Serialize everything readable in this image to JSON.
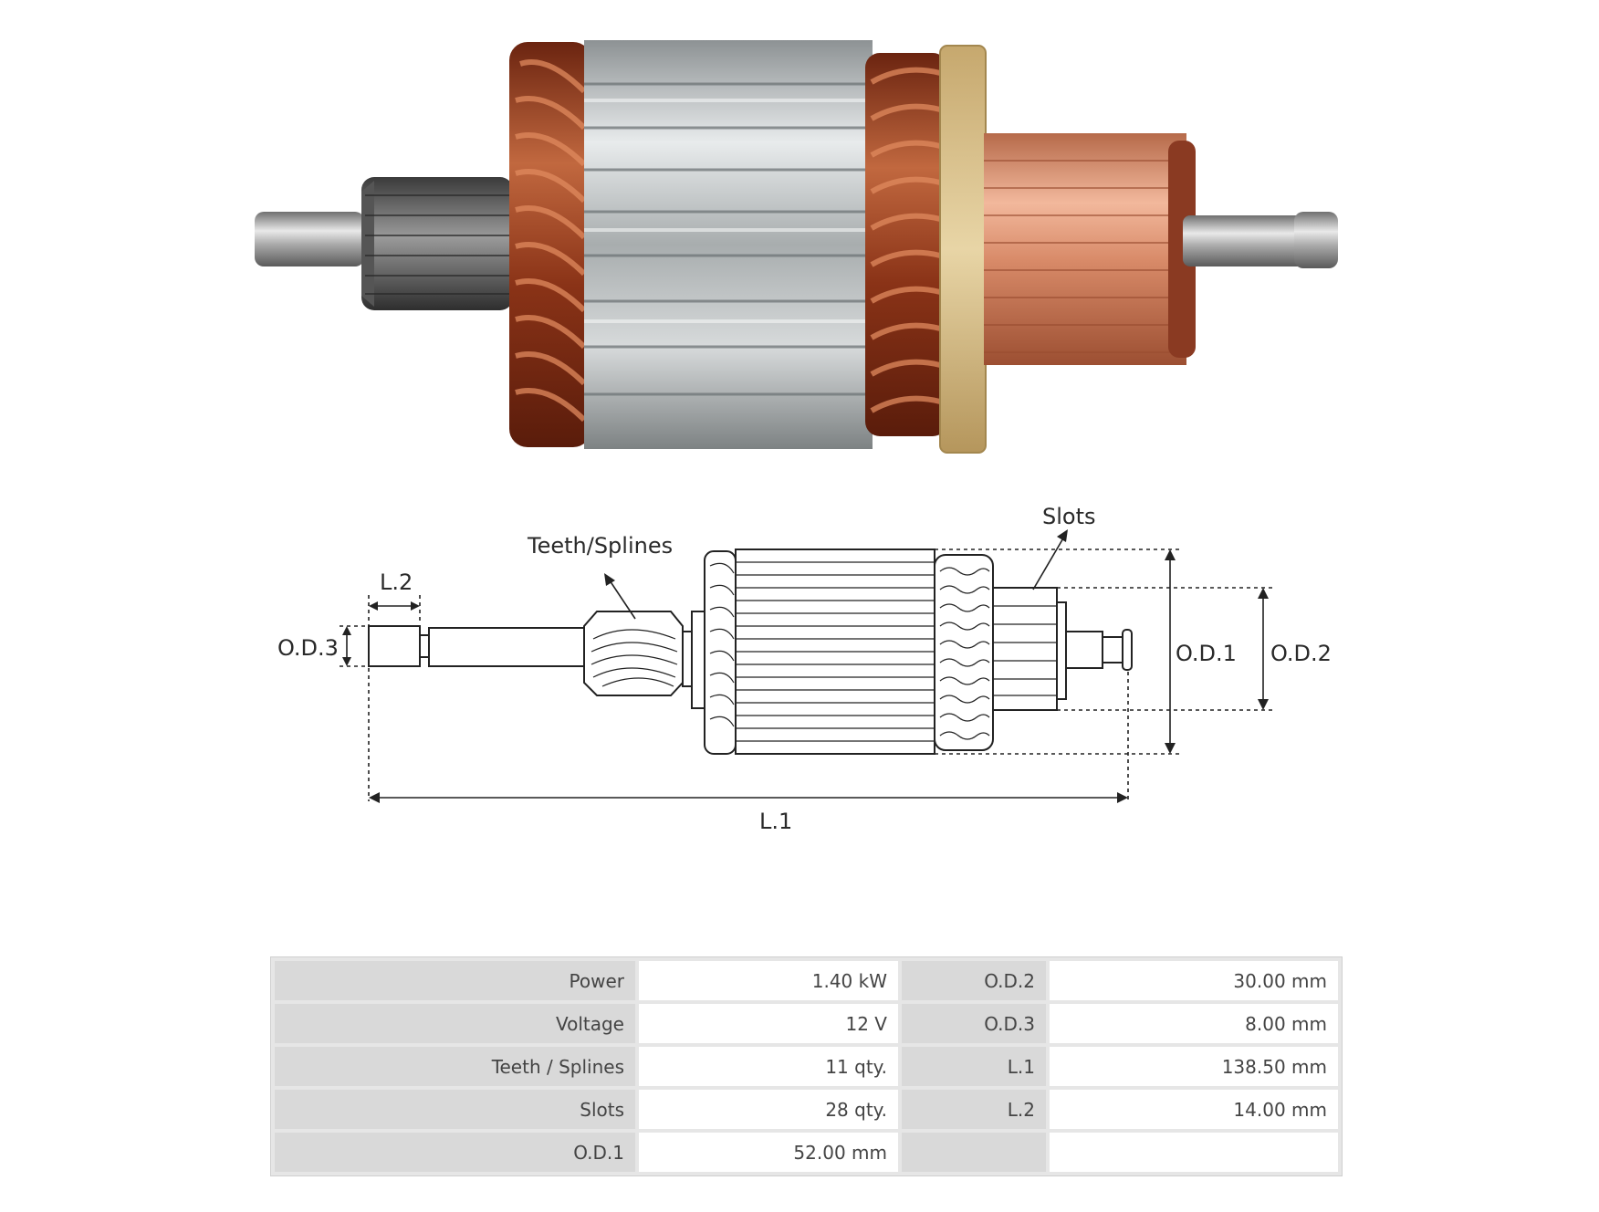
{
  "diagram": {
    "labels": {
      "teeth_splines": "Teeth/Splines",
      "slots": "Slots",
      "l2": "L.2",
      "od3": "O.D.3",
      "od1": "O.D.1",
      "od2": "O.D.2",
      "l1": "L.1"
    }
  },
  "specs": {
    "rows": [
      {
        "label1": "Power",
        "value1": "1.40 kW",
        "label2": "O.D.2",
        "value2": "30.00 mm"
      },
      {
        "label1": "Voltage",
        "value1": "12 V",
        "label2": "O.D.3",
        "value2": "8.00 mm"
      },
      {
        "label1": "Teeth / Splines",
        "value1": "11 qty.",
        "label2": "L.1",
        "value2": "138.50 mm"
      },
      {
        "label1": "Slots",
        "value1": "28 qty.",
        "label2": "L.2",
        "value2": "14.00 mm"
      },
      {
        "label1": "O.D.1",
        "value1": "52.00 mm",
        "label2": "",
        "value2": ""
      }
    ]
  },
  "colors": {
    "copper": "#b2532c",
    "steel": "#c8cbcd",
    "commutator": "#e39a78",
    "insulator": "#d9c08a",
    "table_label_bg": "#d9d9d9"
  }
}
